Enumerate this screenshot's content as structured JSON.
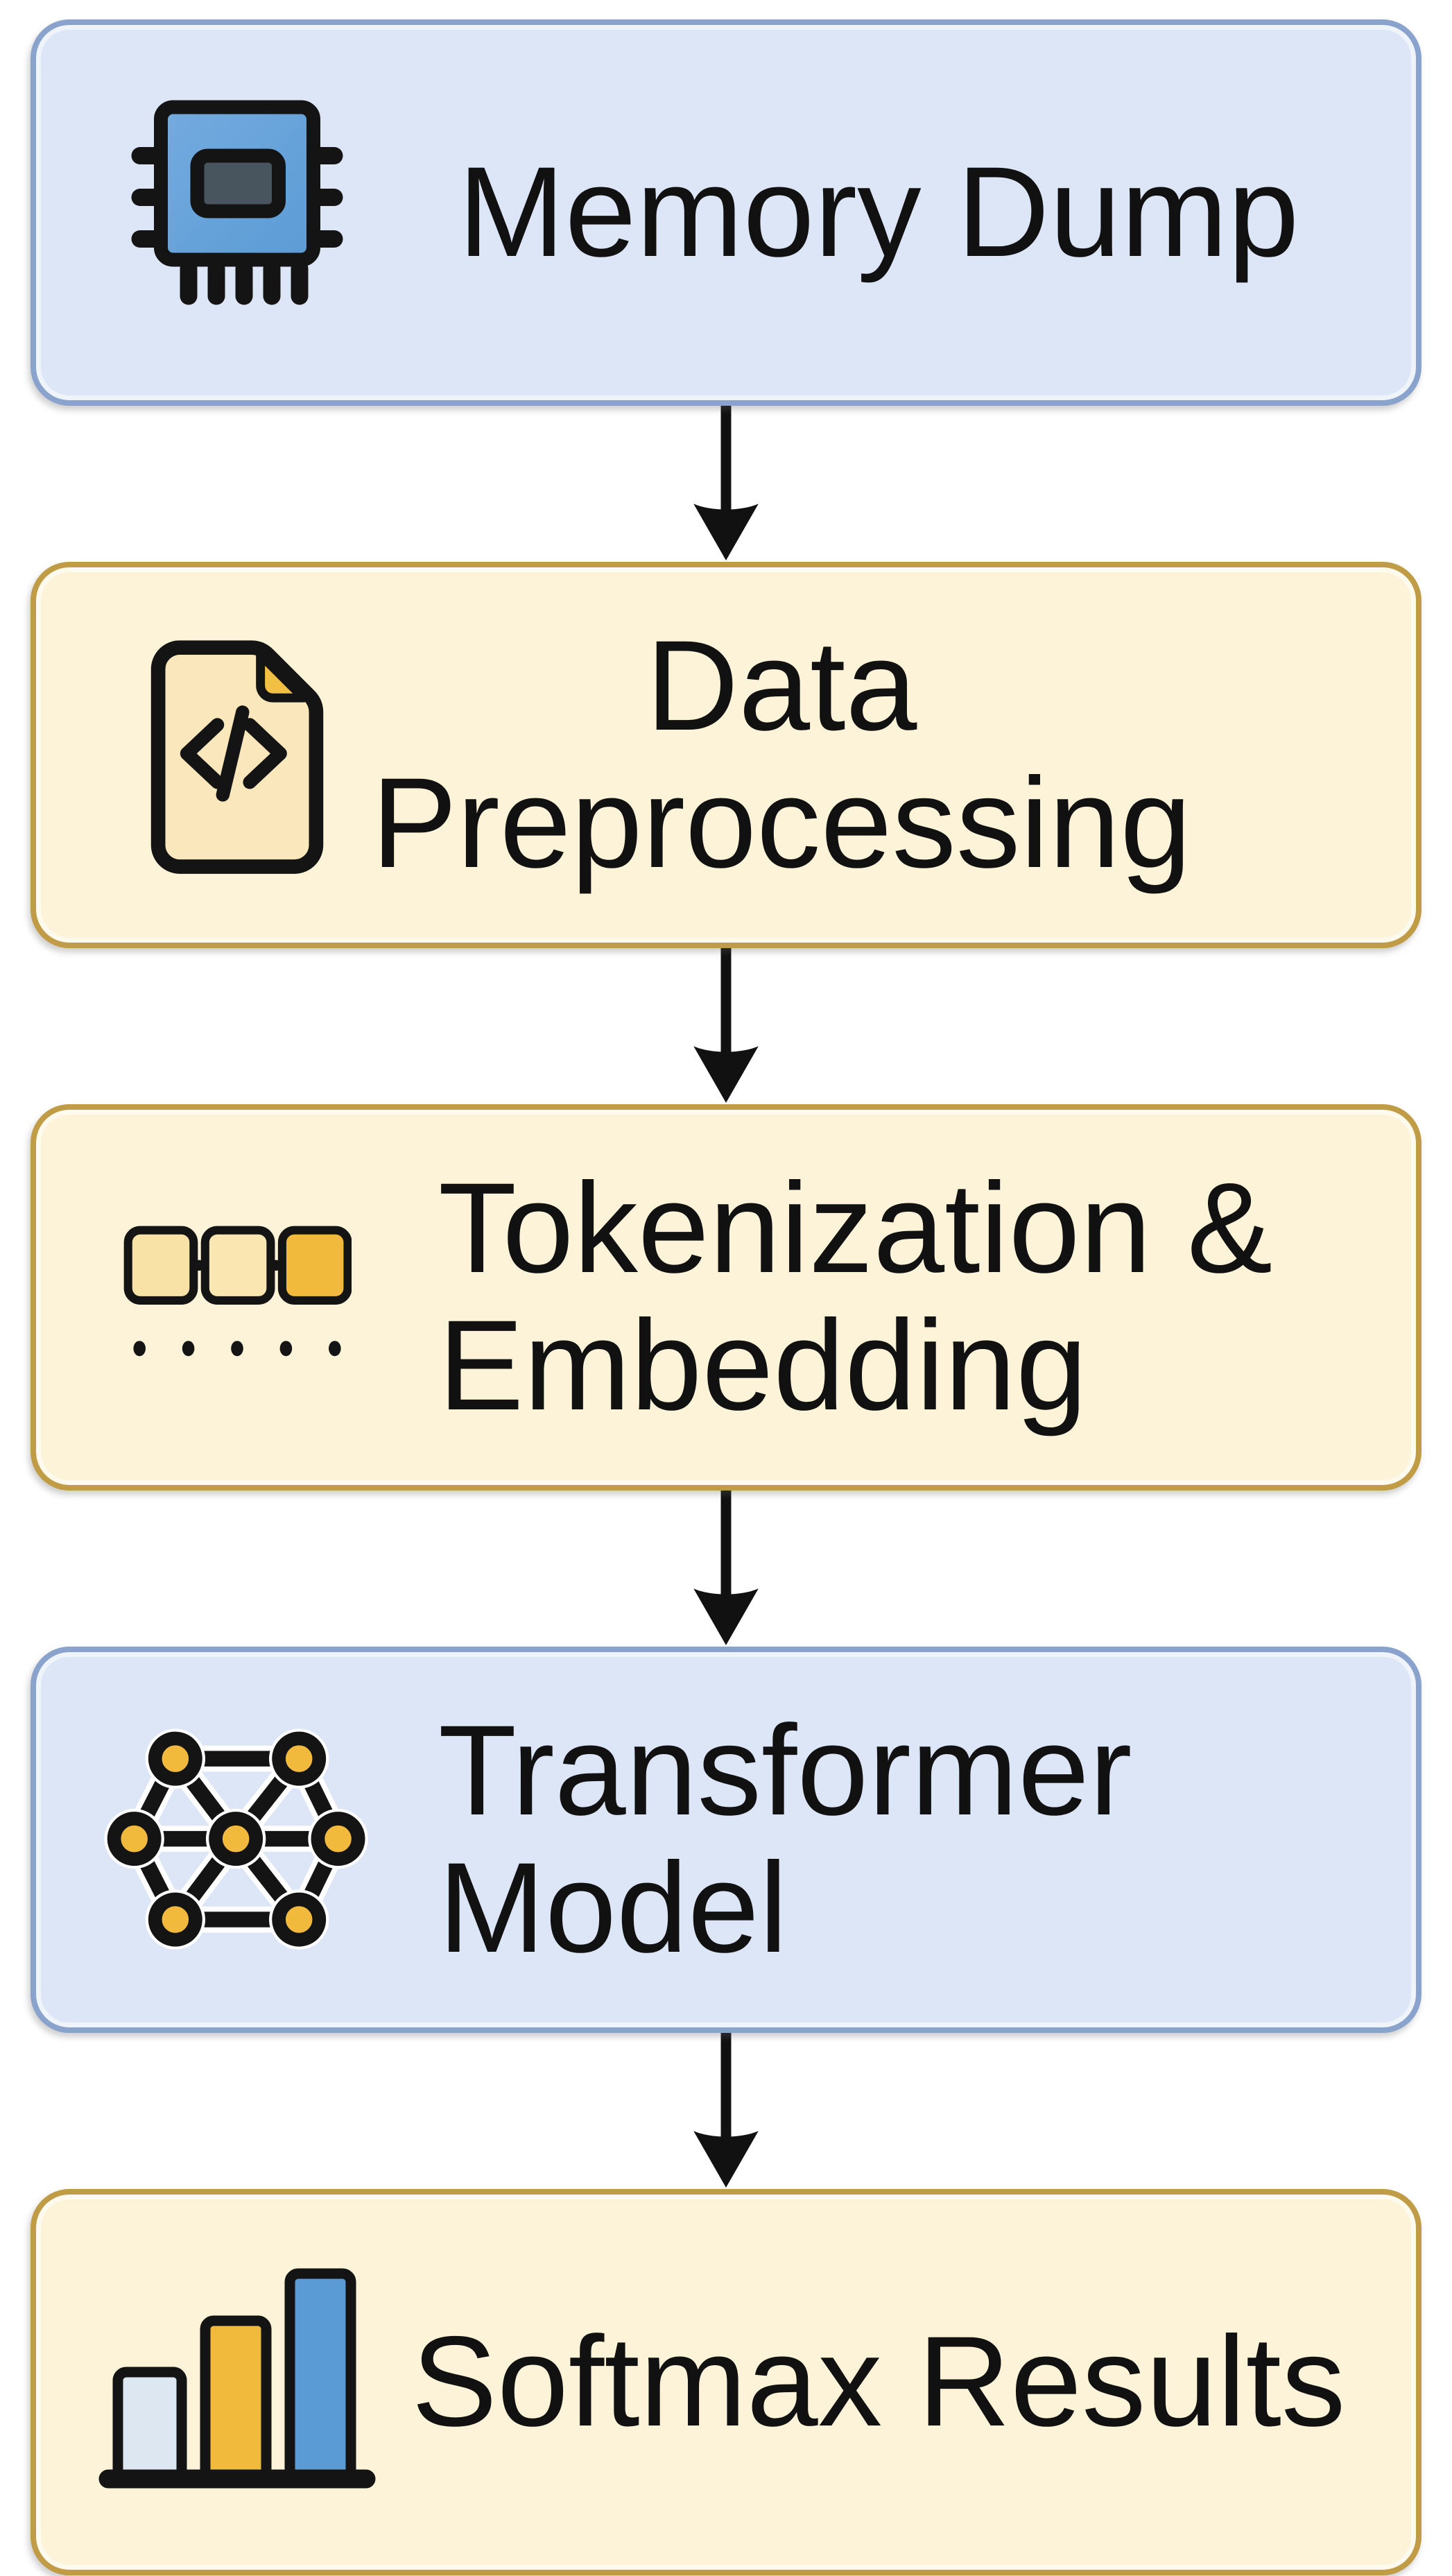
{
  "diagram": {
    "direction": "top-to-bottom",
    "nodes": [
      {
        "id": "memory-dump",
        "line1": "Memory Dump",
        "line2": "",
        "style": "blue",
        "icon": "chip-icon"
      },
      {
        "id": "data-preprocessing",
        "line1": "Data",
        "line2": "Preprocessing",
        "style": "yellow",
        "icon": "code-file-icon"
      },
      {
        "id": "tokenization-embedding",
        "line1": "Tokenization &",
        "line2": "Embedding",
        "style": "yellow",
        "icon": "tokens-icon"
      },
      {
        "id": "transformer-model",
        "line1": "Transformer",
        "line2": "Model",
        "style": "blue",
        "icon": "network-icon"
      },
      {
        "id": "softmax-results",
        "line1": "Softmax Results",
        "line2": "",
        "style": "yellow",
        "icon": "bar-chart-icon"
      }
    ],
    "edges": [
      {
        "from": "memory-dump",
        "to": "data-preprocessing",
        "type": "arrow-down"
      },
      {
        "from": "data-preprocessing",
        "to": "tokenization-embedding",
        "type": "arrow-down"
      },
      {
        "from": "tokenization-embedding",
        "to": "transformer-model",
        "type": "arrow-down"
      },
      {
        "from": "transformer-model",
        "to": "softmax-results",
        "type": "arrow-down"
      }
    ],
    "colors": {
      "blue_fill": "#dce6f7",
      "blue_border": "#8aa3cc",
      "yellow_fill": "#fdf3d8",
      "yellow_border": "#bf9c45",
      "text": "#111111",
      "arrow": "#111111",
      "icon_outline": "#141414",
      "icon_blue": "#5b9bd5",
      "icon_blue_light": "#74abdf",
      "icon_screen": "#48555f",
      "icon_gold": "#f2ba3d",
      "icon_fold": "#f2c143",
      "icon_doc_fill": "#fae8bc",
      "icon_pale_gold": "#f9e2a6",
      "icon_pale_gold2": "#fae6b1",
      "icon_pale_blue": "#dde7f2"
    }
  }
}
